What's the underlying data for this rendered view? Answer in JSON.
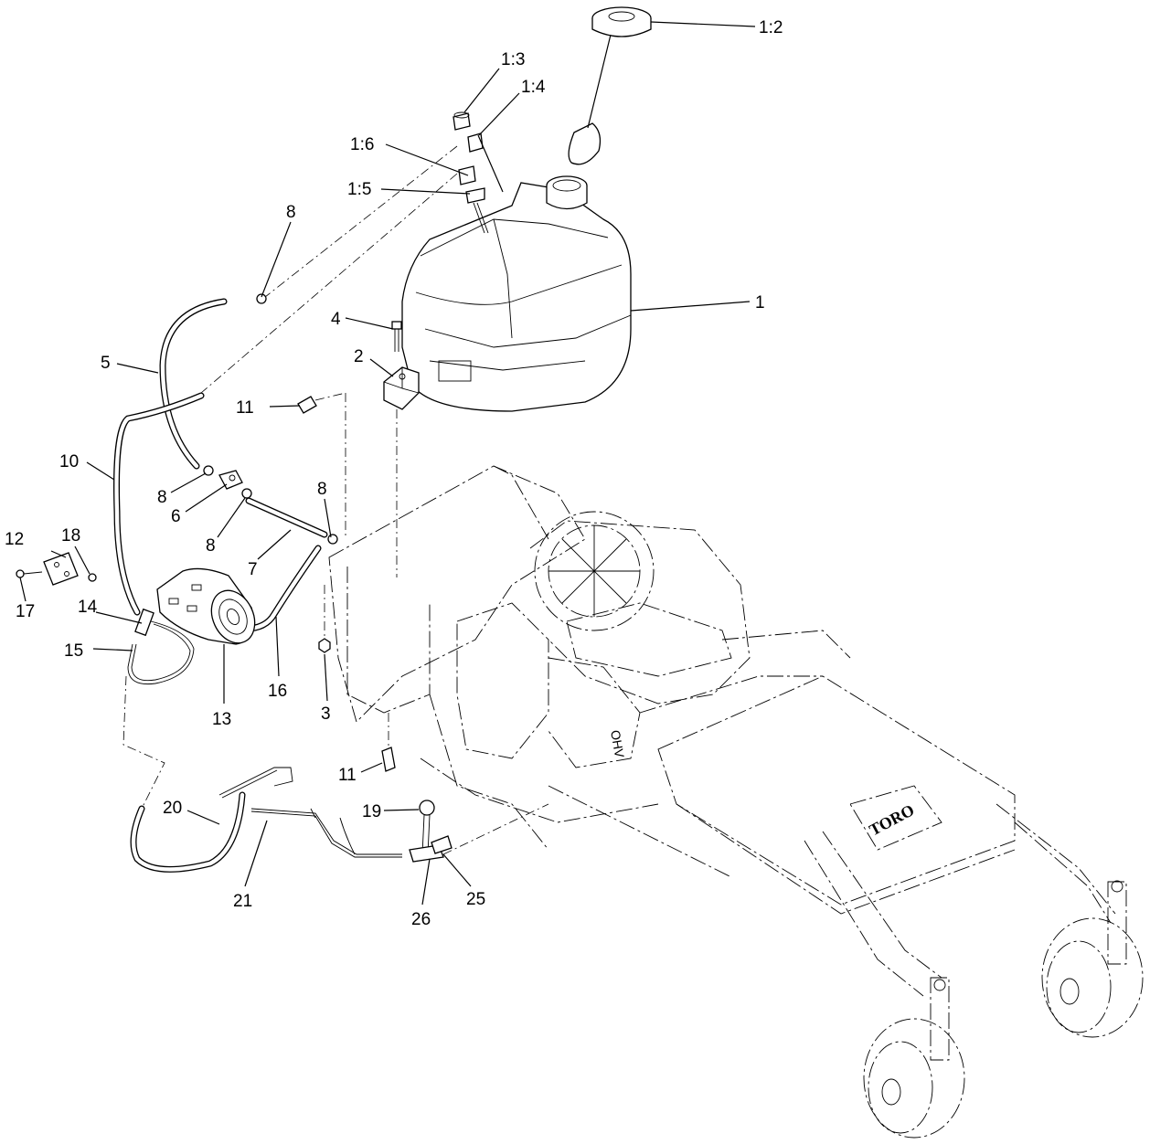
{
  "callouts": {
    "c1": "1",
    "c1_2": "1:2",
    "c1_3": "1:3",
    "c1_4": "1:4",
    "c1_5": "1:5",
    "c1_6": "1:6",
    "c2": "2",
    "c3": "3",
    "c4": "4",
    "c5": "5",
    "c6": "6",
    "c7": "7",
    "c8a": "8",
    "c8b": "8",
    "c8c": "8",
    "c8d": "8",
    "c10": "10",
    "c11a": "11",
    "c11b": "11",
    "c12": "12",
    "c13": "13",
    "c14": "14",
    "c15": "15",
    "c16": "16",
    "c17": "17",
    "c18": "18",
    "c19": "19",
    "c20": "20",
    "c21": "21",
    "c25": "25",
    "c26": "26"
  },
  "brand_text": "TORO",
  "engine_badge": "OHV"
}
